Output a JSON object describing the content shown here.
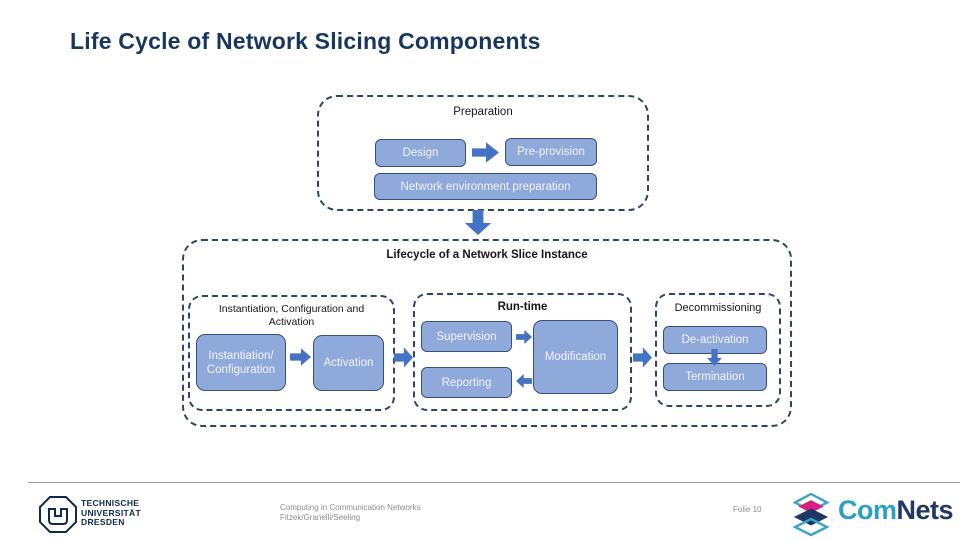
{
  "slide": {
    "title": "Life Cycle of Network Slicing Components",
    "footer": {
      "course": "Computing in Communication Networks",
      "authors": "Fitzek/Granelli/Seeling",
      "slide_number": "Folie 10",
      "university": {
        "line1": "TECHNISCHE",
        "line2": "UNIVERSITÄT",
        "line3": "DRESDEN"
      },
      "brand": {
        "com": "Com",
        "nets": "Nets"
      }
    },
    "icons": {
      "tu_logo": "tu-dresden-octagon-logo",
      "comnets_logo": "comnets-layered-stack-icon"
    }
  },
  "diagram": {
    "preparation": {
      "label": "Preparation",
      "design": "Design",
      "pre_provision": "Pre-provision",
      "net_env_prep": "Network environment preparation"
    },
    "lifecycle": {
      "label": "Lifecycle of a Network Slice Instance",
      "instantiation_group": {
        "label_line1": "Instantiation, Configuration and",
        "label_line2": "Activation",
        "inst_conf_line1": "Instantiation/",
        "inst_conf_line2": "Configuration",
        "activation": "Activation"
      },
      "runtime_group": {
        "label": "Run-time",
        "supervision": "Supervision",
        "modification": "Modification",
        "reporting": "Reporting"
      },
      "decommissioning_group": {
        "label": "Decommissioning",
        "deactivation": "De-activation",
        "termination": "Termination"
      }
    }
  },
  "colors": {
    "accent_arrow": "#4472C4",
    "box_fill": "#8FA9DA",
    "box_border": "#33507F",
    "dashed_border": "#2F4468",
    "title": "#17375D",
    "brand_navy": "#1F3864",
    "brand_teal": "#2F9EC6",
    "brand_magenta": "#D6217E"
  }
}
